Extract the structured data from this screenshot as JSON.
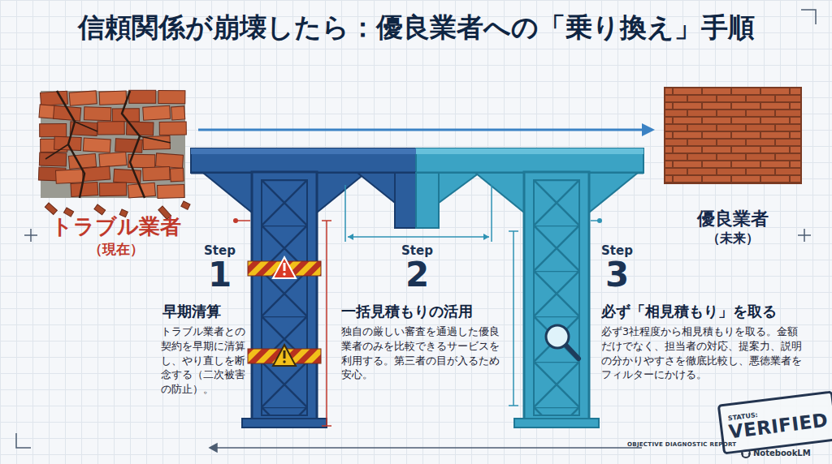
{
  "diagram": {
    "title": "信頼関係が崩壊したら：優良業者への「乗り換え」手順",
    "nodes": [
      {
        "text": [
          "トラブル業者",
          "（現在）"
        ]
      },
      {
        "text": [
          "優良業者",
          "（未来）"
        ]
      },
      {
        "text": [
          "STATUS:",
          "VERIFIED"
        ]
      }
    ],
    "edges": [
      {
        "from": 0,
        "to": 1,
        "arrow": "to"
      }
    ],
    "labels": [
      "Step",
      "1",
      "早期清算",
      "トラブル業者との契約を早期に清算し、やり直しを断念する（二次被害の防止）。",
      "Step",
      "2",
      "一括見積もりの活用",
      "独自の厳しい審査を通過した優良業者のみを比較できるサービスを利用する。第三者の目が入るため安心。",
      "Step",
      "3",
      "必ず「相見積もり」を取る",
      "必ず3社程度から相見積もりを取る。金額だけでなく、担当者の対応、提案力、説明の分かりやすさを徹底比較し、悪徳業者をフィルターにかける。",
      "OBJECTIVE DIAGNOSTIC REPORT",
      "NotebookLM"
    ]
  }
}
